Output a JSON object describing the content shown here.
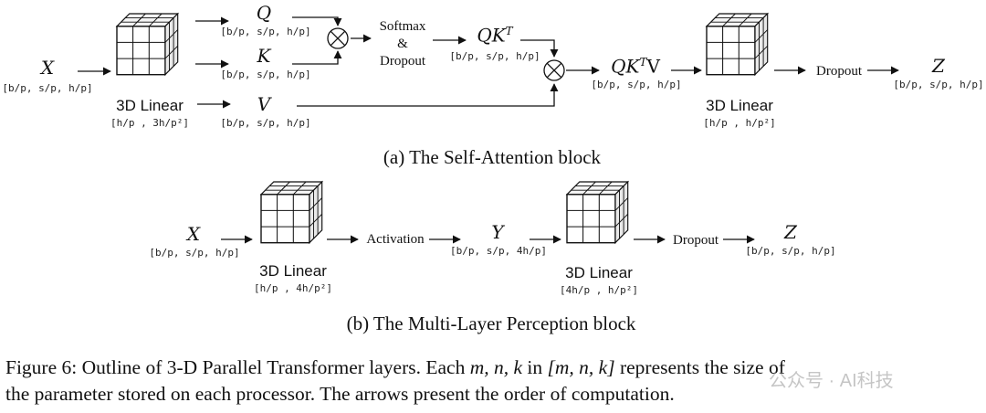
{
  "attention": {
    "x_label": "X",
    "x_shape": "[b/p, s/p, h/p]",
    "q_label": "Q",
    "q_shape": "[b/p, s/p, h/p]",
    "k_label": "K",
    "k_shape": "[b/p, s/p, h/p]",
    "v_label": "V",
    "v_shape": "[b/p, s/p, h/p]",
    "linear1_label": "3D Linear",
    "linear1_shape": "[h/p , 3h/p²]",
    "softmax_line1": "Softmax",
    "softmax_line2": "&",
    "softmax_line3": "Dropout",
    "qkt_label": "QK",
    "qkt_sup": "T",
    "qkt_shape": "[b/p, s/p, h/p]",
    "qktv_label": "QK",
    "qktv_sup": "T",
    "qktv_tail": "V",
    "qktv_shape": "[b/p, s/p, h/p]",
    "linear2_label": "3D Linear",
    "linear2_shape": "[h/p , h/p²]",
    "dropout_label": "Dropout",
    "z_label": "Z",
    "z_shape": "[b/p, s/p, h/p]",
    "caption": "(a) The Self-Attention block"
  },
  "mlp": {
    "x_label": "X",
    "x_shape": "[b/p, s/p, h/p]",
    "linear1_label": "3D Linear",
    "linear1_shape": "[h/p , 4h/p²]",
    "activation_label": "Activation",
    "y_label": "Y",
    "y_shape": "[b/p, s/p, 4h/p]",
    "linear2_label": "3D Linear",
    "linear2_shape": "[4h/p , h/p²]",
    "dropout_label": "Dropout",
    "z_label": "Z",
    "z_shape": "[b/p, s/p, h/p]",
    "caption": "(b) The Multi-Layer Perception block"
  },
  "figure_caption": {
    "prefix": "Figure 6: Outline of 3-D Parallel Transformer layers. Each ",
    "vars": "m, n, k",
    "mid": " in ",
    "bracket": "[m, n, k]",
    "suffix": " represents the size of",
    "line2": "the parameter stored on each processor. The arrows present the order of computation."
  },
  "watermark": "公众号 · AI科技"
}
